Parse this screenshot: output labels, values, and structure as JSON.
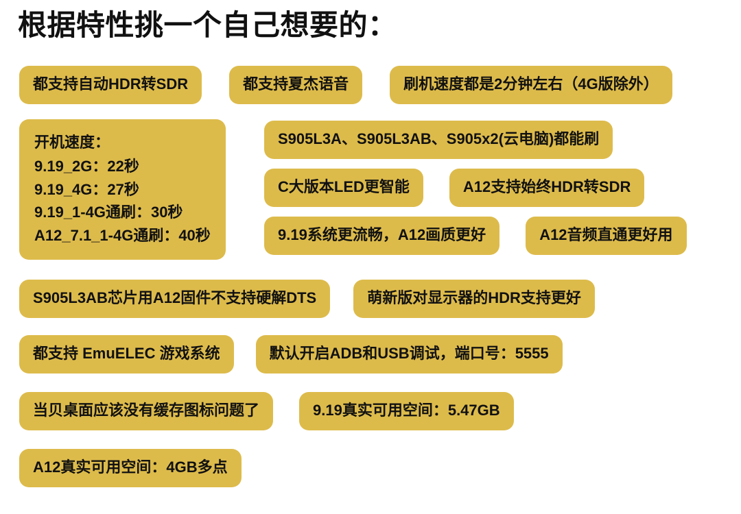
{
  "page": {
    "title": "根据特性挑一个自己想要的：",
    "background_color": "#ffffff",
    "tag_color": "#ddbb4b",
    "text_color": "#111111"
  },
  "rows": {
    "row1": {
      "tag1": "都支持自动HDR转SDR",
      "tag2": "都支持夏杰语音",
      "tag3": "刷机速度都是2分钟左右（4G版除外）"
    },
    "boot_speed_box": {
      "heading": "开机速度：",
      "line1": "9.19_2G：22秒",
      "line2": "9.19_4G：27秒",
      "line3": "9.19_1-4G通刷：30秒",
      "line4": "A12_7.1_1-4G通刷：40秒"
    },
    "right_col": {
      "tag1": "S905L3A、S905L3AB、S905x2(云电脑)都能刷",
      "tag2": "C大版本LED更智能",
      "tag3": "A12支持始终HDR转SDR",
      "tag4": "9.19系统更流畅，A12画质更好",
      "tag5": "A12音频直通更好用"
    },
    "row4": {
      "tag1": "S905L3AB芯片用A12固件不支持硬解DTS",
      "tag2": "萌新版对显示器的HDR支持更好"
    },
    "row5": {
      "tag1": "都支持 EmuELEC 游戏系统",
      "tag2": "默认开启ADB和USB调试，端口号：5555"
    },
    "row6": {
      "tag1": "当贝桌面应该没有缓存图标问题了",
      "tag2": "9.19真实可用空间：5.47GB"
    },
    "row7": {
      "tag1": "A12真实可用空间：4GB多点"
    }
  }
}
